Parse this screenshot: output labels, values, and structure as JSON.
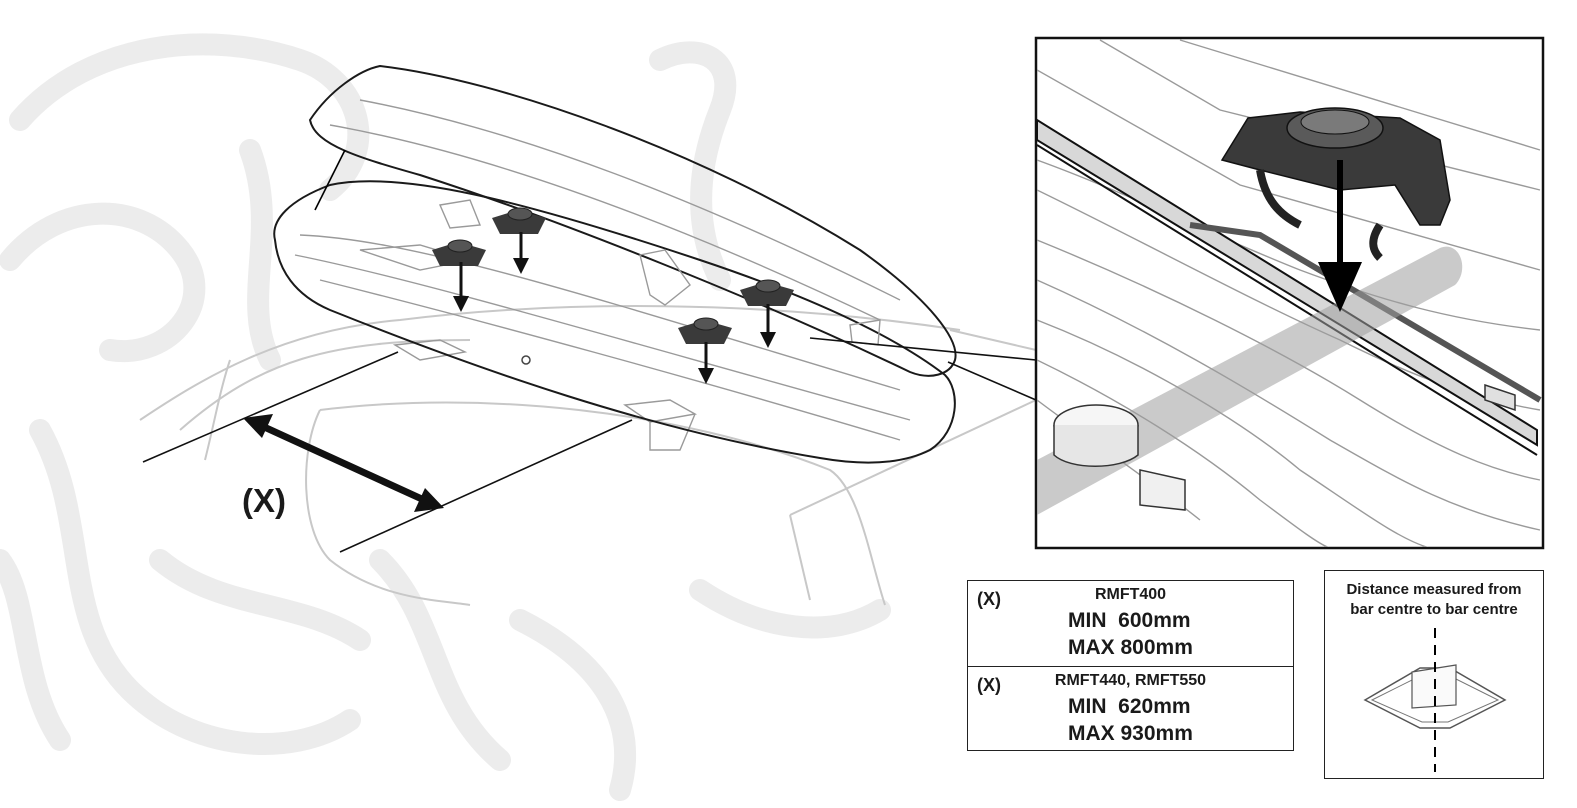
{
  "dimension_label": "(X)",
  "spec_rows": [
    {
      "x_label": "(X)",
      "models": "RMFT400",
      "min": "MIN  600mm",
      "max": "MAX 800mm"
    },
    {
      "x_label": "(X)",
      "models": "RMFT440, RMFT550",
      "min": "MIN  620mm",
      "max": "MAX 930mm"
    }
  ],
  "distance_note": {
    "line1": "Distance measured from",
    "line2": "bar centre to bar centre"
  }
}
